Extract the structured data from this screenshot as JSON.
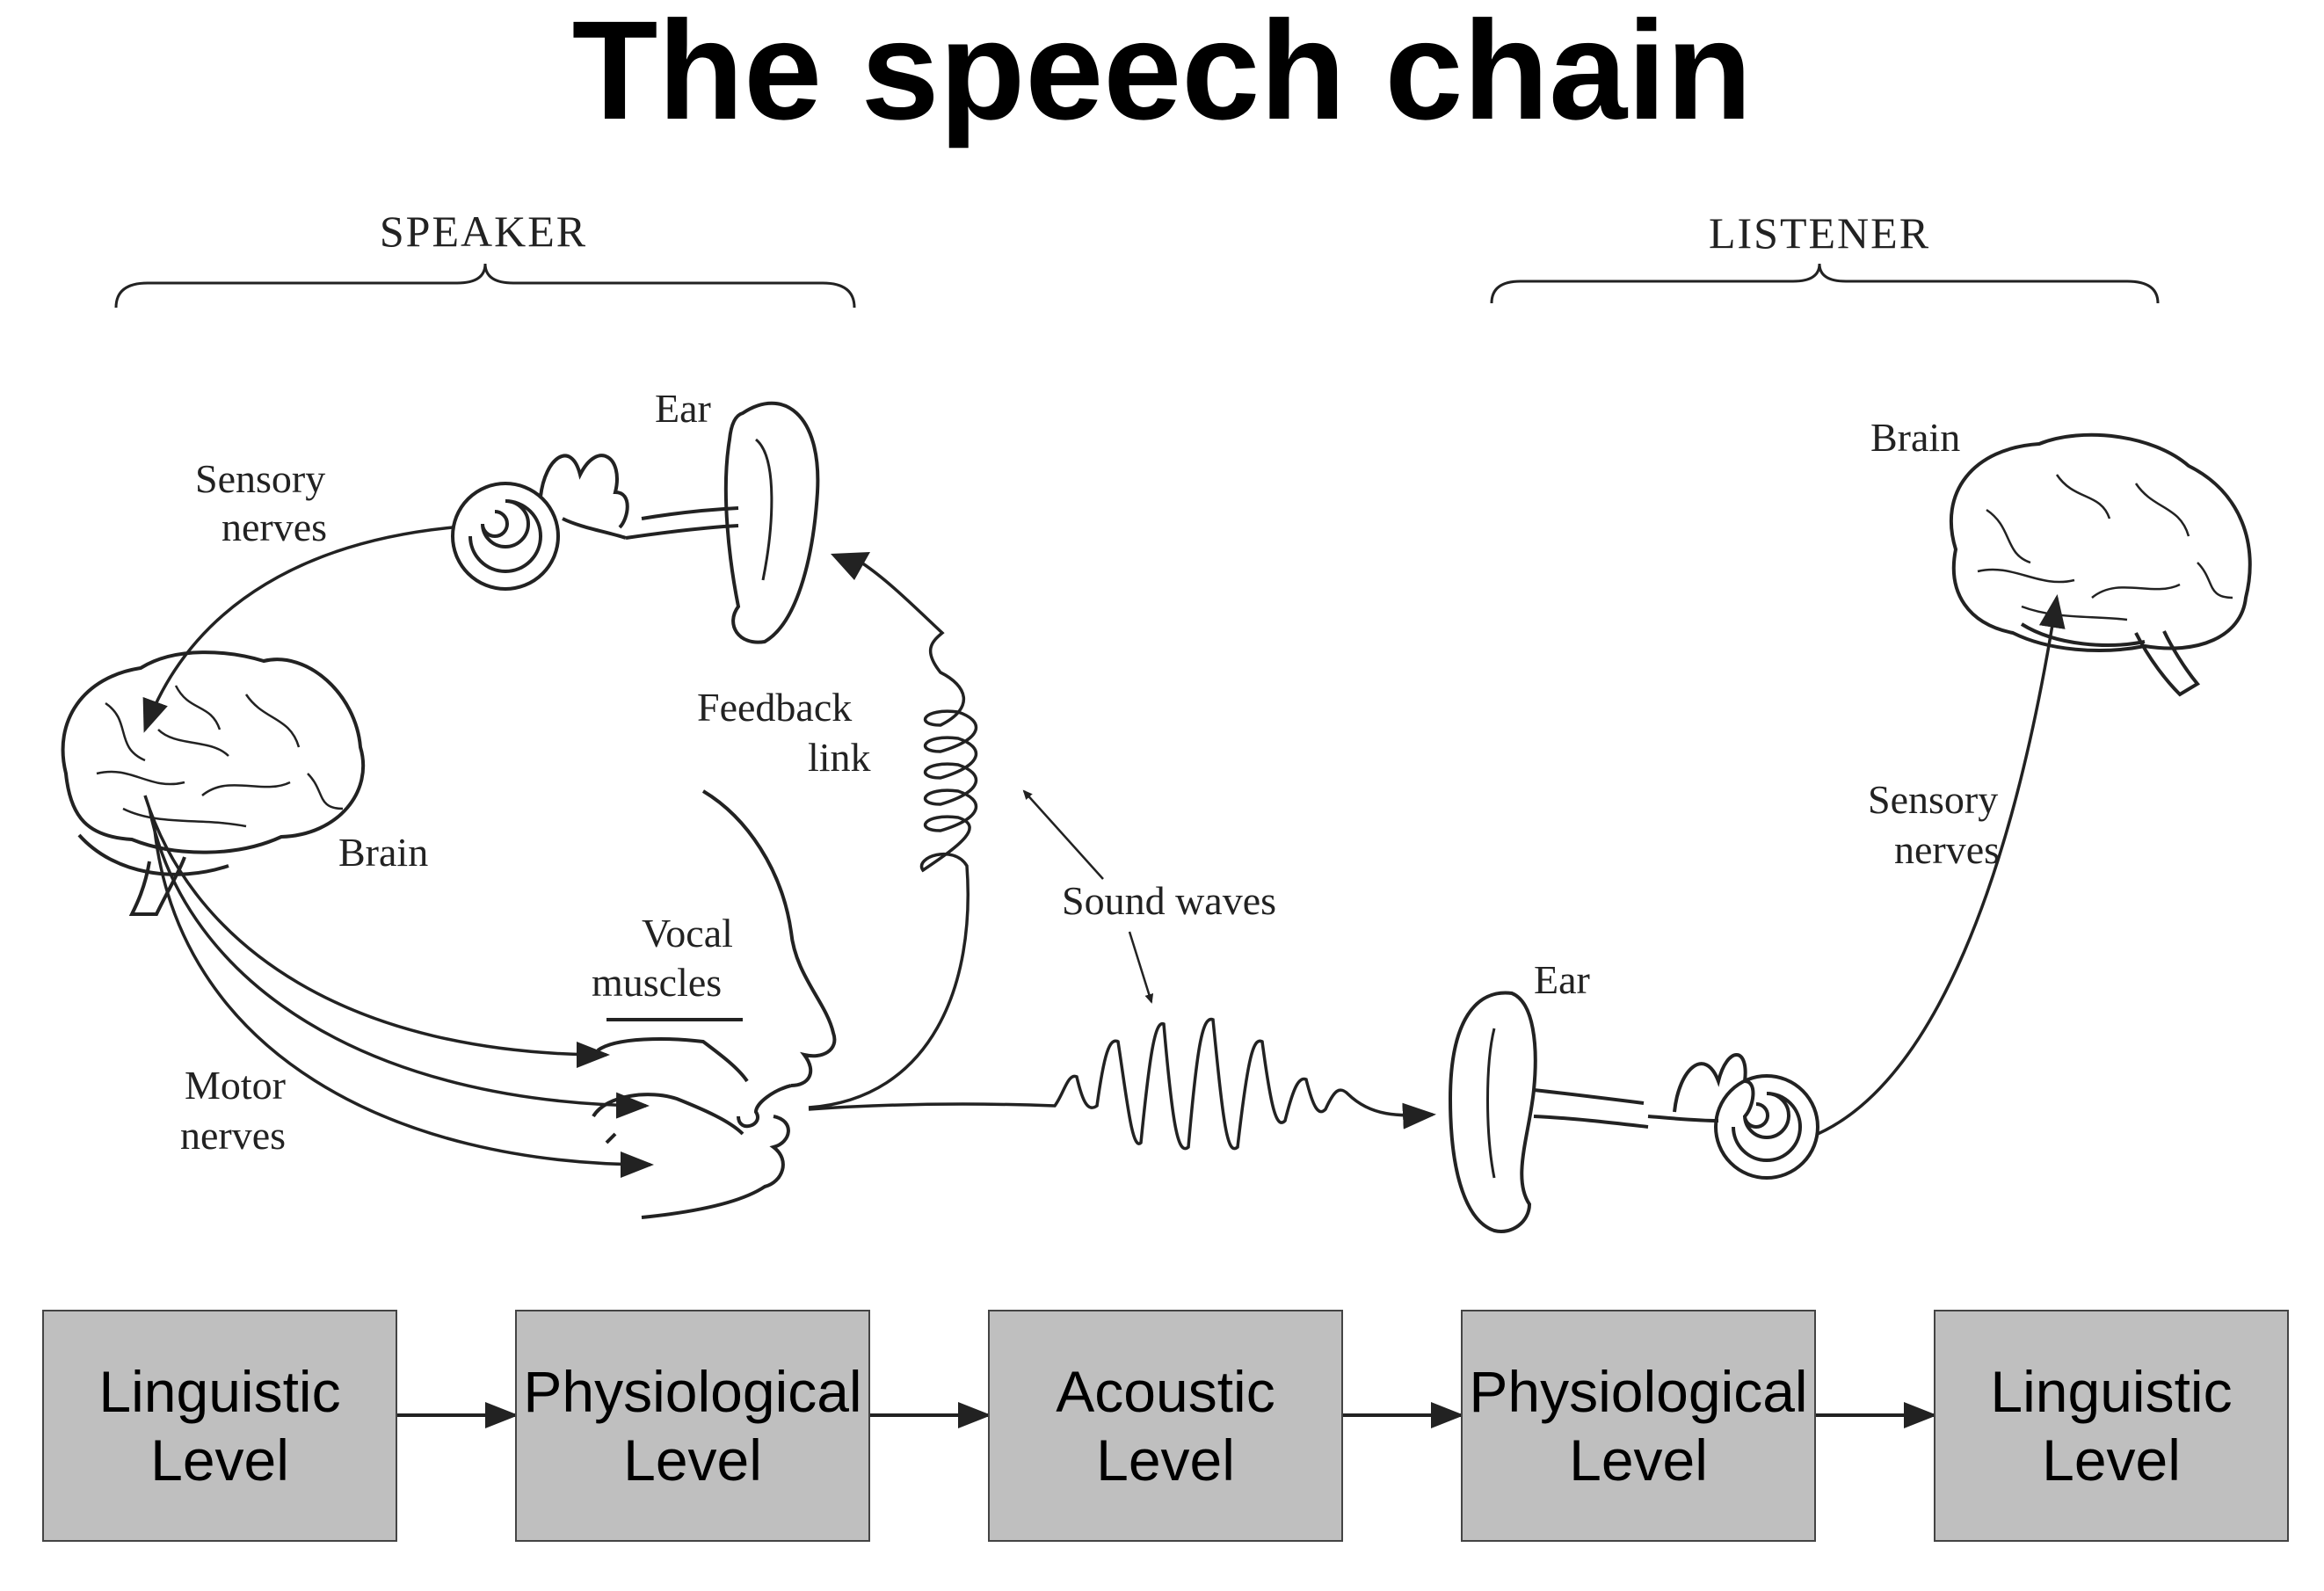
{
  "title": "The speech chain",
  "speaker": {
    "label": "SPEAKER",
    "ear": "Ear",
    "sensory_nerves": [
      "Sensory",
      "nerves"
    ],
    "brain": "Brain",
    "vocal_muscles": [
      "Vocal",
      "muscles"
    ],
    "motor_nerves": [
      "Motor",
      "nerves"
    ],
    "feedback_link": [
      "Feedback",
      "link"
    ]
  },
  "sound_waves": "Sound waves",
  "listener": {
    "label": "LISTENER",
    "brain": "Brain",
    "sensory_nerves": [
      "Sensory",
      "nerves"
    ],
    "ear": "Ear"
  },
  "levels": [
    {
      "line1": "Linguistic",
      "line2": "Level"
    },
    {
      "line1": "Physiological",
      "line2": "Level"
    },
    {
      "line1": "Acoustic",
      "line2": "Level"
    },
    {
      "line1": "Physiological",
      "line2": "Level"
    },
    {
      "line1": "Linguistic",
      "line2": "Level"
    }
  ],
  "colors": {
    "box_fill": "#bfbfbf",
    "line": "#222222"
  }
}
